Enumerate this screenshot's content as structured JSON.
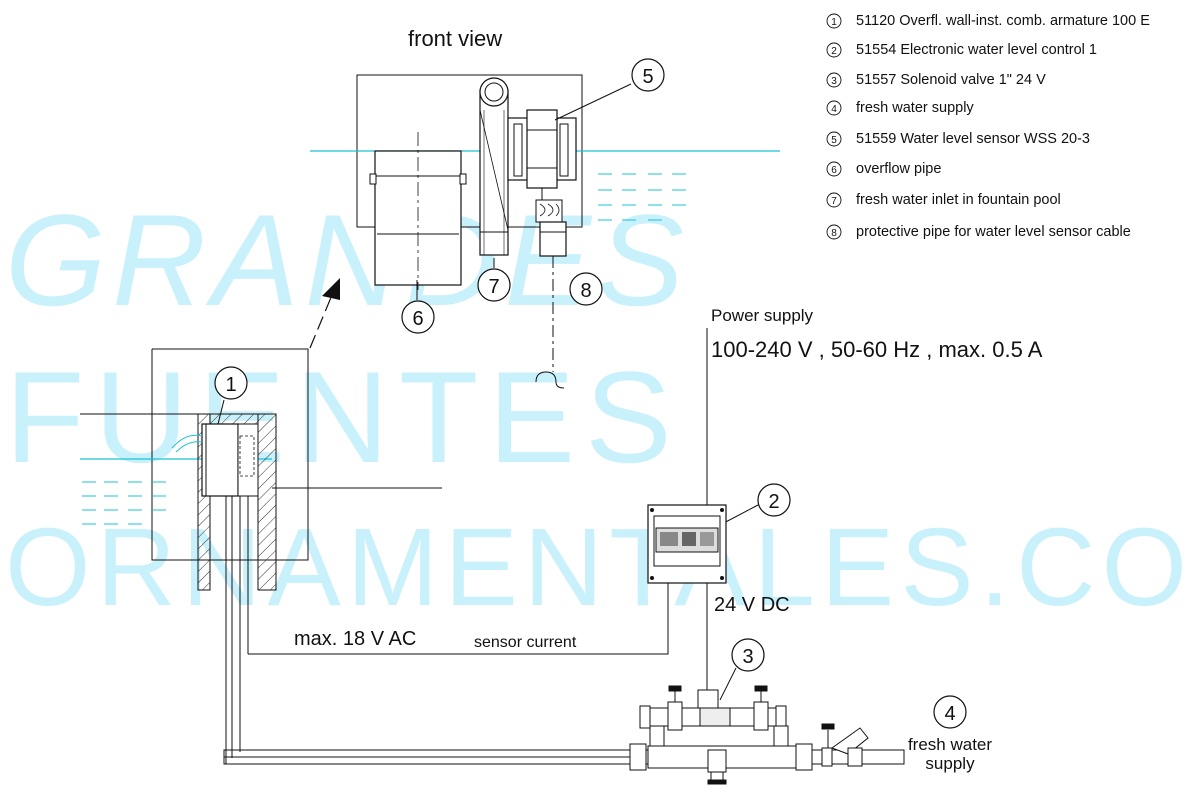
{
  "diagram": {
    "view_title": "front view",
    "watermark": [
      "GRANDES",
      "FUENTES",
      "ORNAMENTALES.COM"
    ],
    "legend": [
      {
        "num": "1",
        "text": "51120  Overfl. wall-inst. comb. armature 100 E"
      },
      {
        "num": "2",
        "text": "51554 Electronic water level control 1"
      },
      {
        "num": "3",
        "text": "51557 Solenoid valve 1\" 24 V"
      },
      {
        "num": "4",
        "text": "fresh water supply"
      },
      {
        "num": "5",
        "text": "51559 Water level sensor WSS 20-3"
      },
      {
        "num": "6",
        "text": "overflow pipe"
      },
      {
        "num": "7",
        "text": "fresh water inlet in fountain pool"
      },
      {
        "num": "8",
        "text": "protective pipe for water level sensor cable"
      }
    ],
    "callouts": [
      "1",
      "2",
      "3",
      "4",
      "5",
      "6",
      "7",
      "8"
    ],
    "power_supply_label": "Power supply",
    "power_spec": "100-240 V , 50-60 Hz , max. 0.5 A",
    "dc_label": "24 V DC",
    "ac_label": "max. 18 V AC",
    "sensor_label": "sensor current",
    "fresh_water_line1": "fresh water",
    "fresh_water_line2": "supply",
    "colors": {
      "line": "#111111",
      "water": "#18c3d6",
      "watermark": "#c9f1fb"
    }
  }
}
